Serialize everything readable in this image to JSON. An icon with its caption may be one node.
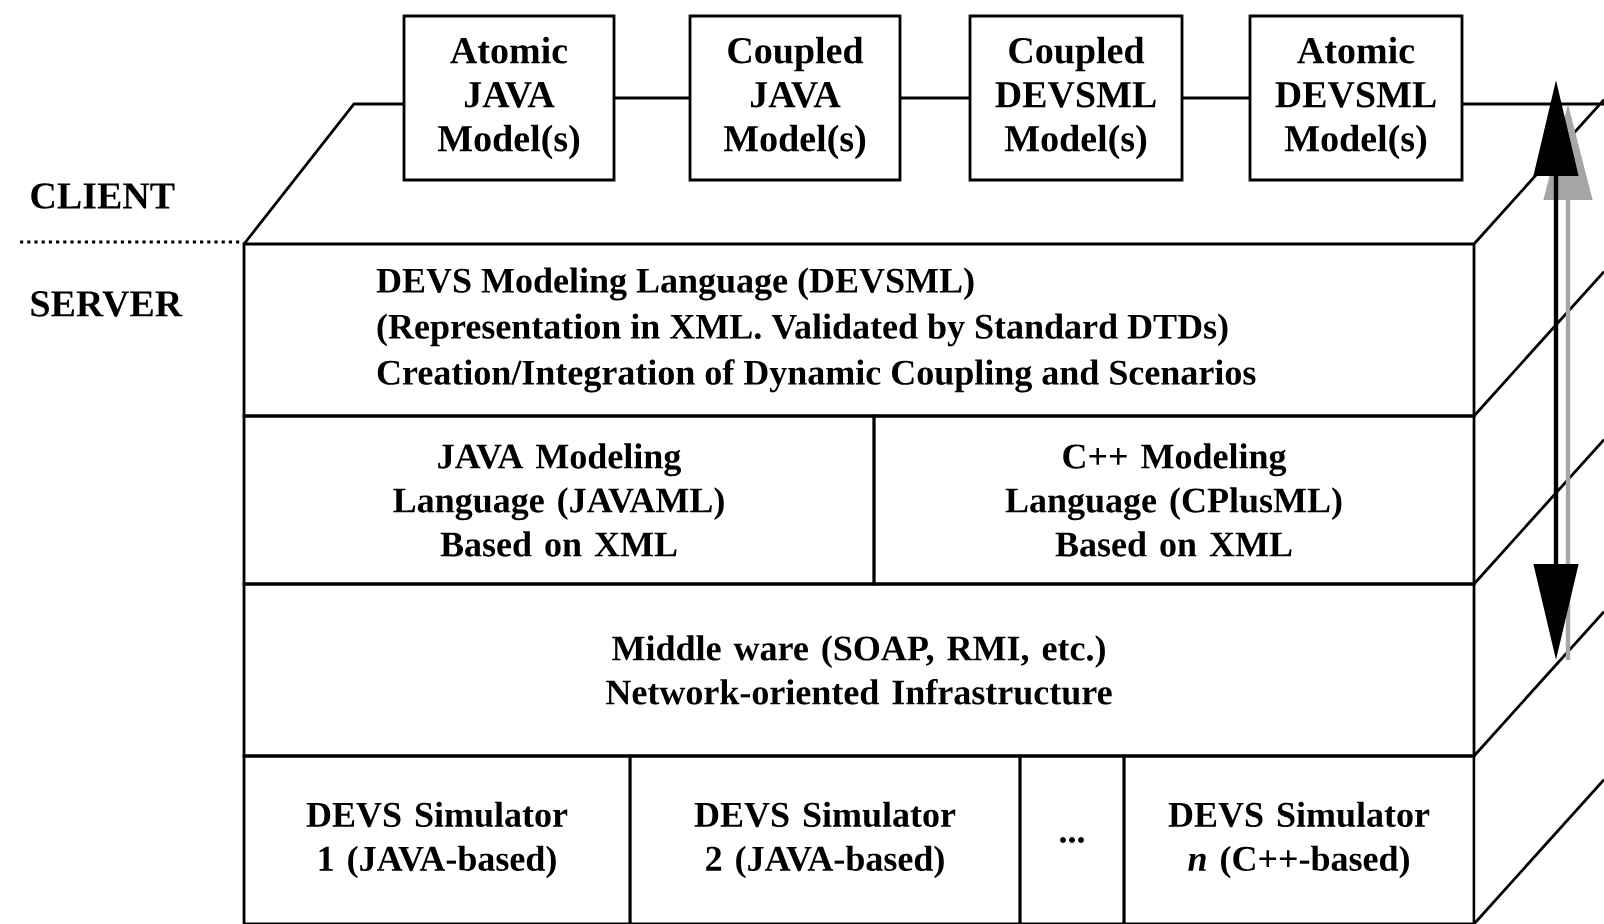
{
  "diagram": {
    "nodes": [
      {
        "text": [
          "Atomic JAVA Model(s)"
        ]
      },
      {
        "text": [
          "Coupled JAVA Model(s)"
        ]
      },
      {
        "text": [
          "Coupled DEVSML Model(s)"
        ]
      },
      {
        "text": [
          "Atomic DEVSML Model(s)"
        ]
      },
      {
        "text": [
          "DEVS Modeling Language (DEVSML)",
          "(Representation in XML. Validated by Standard DTDs)",
          "Creation/Integration of Dynamic Coupling and Scenarios"
        ]
      },
      {
        "text": [
          "JAVA Modeling Language (JAVAML)",
          "Based on XML"
        ]
      },
      {
        "text": [
          "C++ Modeling Language (CPlusML)",
          "Based on XML"
        ]
      },
      {
        "text": [
          "Middle ware (SOAP, RMI, etc.)",
          "Network-oriented Infrastructure"
        ]
      },
      {
        "text": [
          "DEVS Simulator 1 (JAVA-based)"
        ]
      },
      {
        "text": [
          "DEVS Simulator 2 (JAVA-based)"
        ]
      },
      {
        "text": [
          "..."
        ]
      },
      {
        "text": [
          "DEVS Simulator *n* (C++-based)"
        ]
      }
    ],
    "edges": [
      {
        "from": 0,
        "to": 1,
        "arrow": "none"
      },
      {
        "from": 1,
        "to": 2,
        "arrow": "none"
      },
      {
        "from": 2,
        "to": 3,
        "arrow": "none"
      }
    ],
    "labels": [
      "CLIENT",
      "SERVER"
    ]
  }
}
